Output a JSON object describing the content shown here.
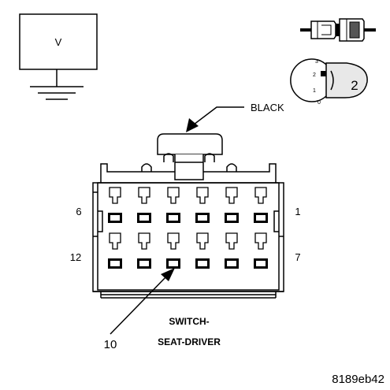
{
  "meter": {
    "label": "V"
  },
  "connector_icon": {
    "name": "connector-pair-icon"
  },
  "ignition_icon": {
    "name": "ignition-key-icon",
    "positions": [
      "3",
      "2",
      "1",
      "0"
    ],
    "selected": "2"
  },
  "connector": {
    "color_label": "BLACK",
    "title_line1": "SWITCH-",
    "title_line2": "SEAT-DRIVER",
    "pin_labels": {
      "top_left": "6",
      "top_right": "1",
      "bottom_left": "12",
      "bottom_right": "7"
    },
    "callout_pin": "10"
  },
  "figure_id": "8189eb42"
}
